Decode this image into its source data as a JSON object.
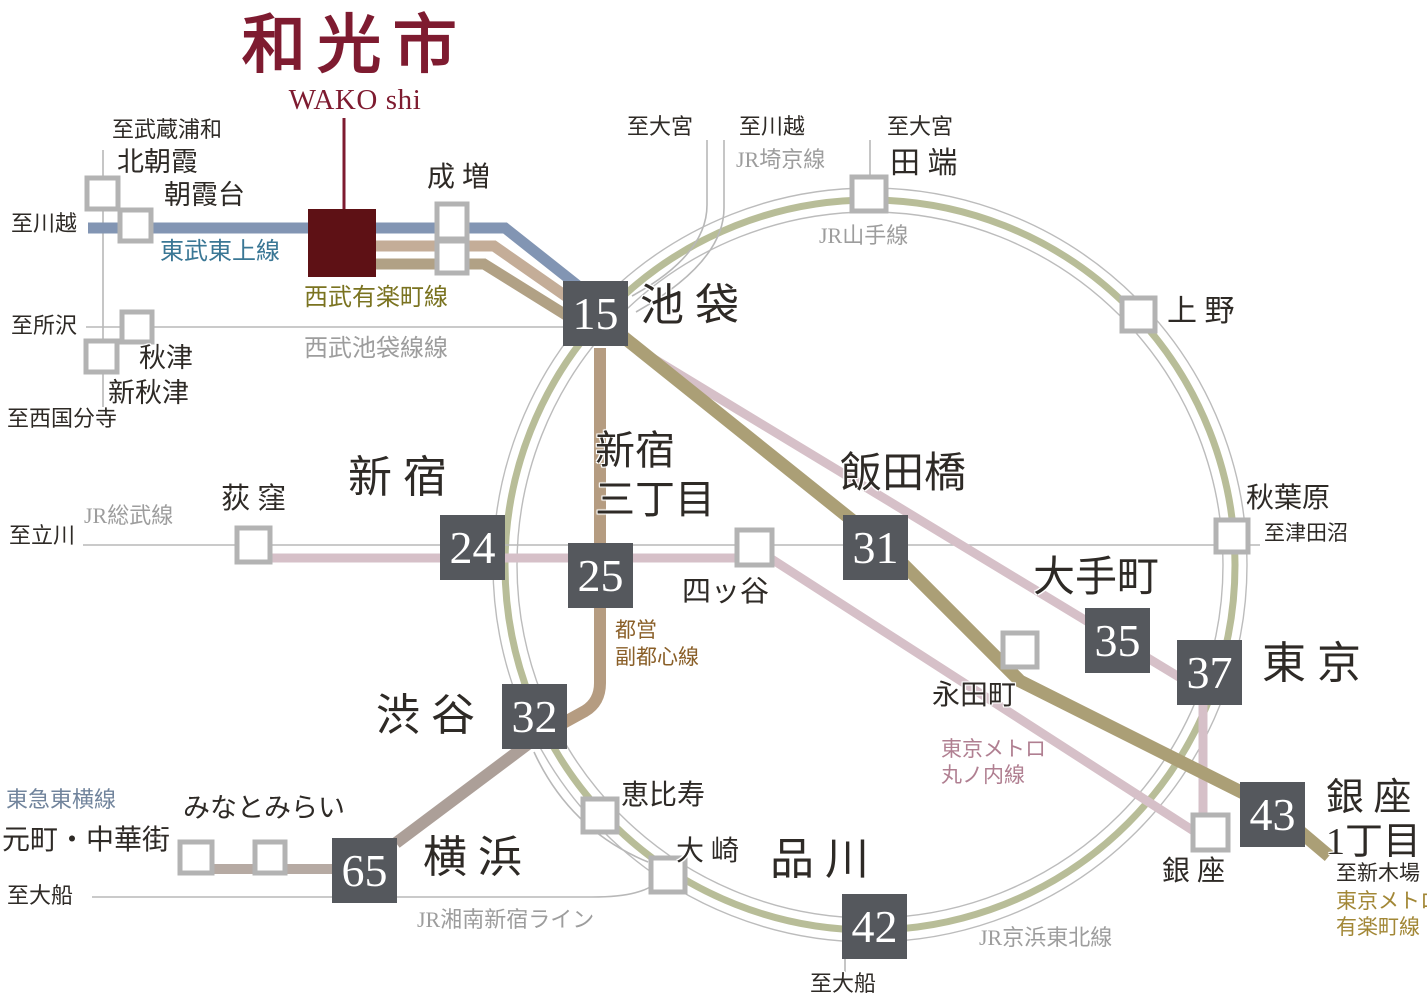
{
  "title": {
    "main": "和光市",
    "romaji": "WAKO shi"
  },
  "badges": {
    "ikebukuro": {
      "time": "15",
      "station": "池 袋"
    },
    "shinjuku": {
      "time": "24",
      "station": "新 宿"
    },
    "shinjuku_sanchome": {
      "time": "25",
      "line1": "新宿",
      "line2": "三丁目"
    },
    "iidabashi": {
      "time": "31",
      "station": "飯田橋"
    },
    "otemachi": {
      "time": "35",
      "station": "大手町"
    },
    "tokyo": {
      "time": "37",
      "station": "東 京"
    },
    "ginza_itchome": {
      "time": "43",
      "line1": "銀 座",
      "line2": "1丁目"
    },
    "shibuya": {
      "time": "32",
      "station": "渋 谷"
    },
    "shinagawa": {
      "time": "42",
      "station": "品 川"
    },
    "yokohama": {
      "time": "65",
      "station": "横 浜"
    }
  },
  "stations": {
    "kita_asaka": "北朝霞",
    "asakadai": "朝霞台",
    "narimasu": "成 増",
    "tabata": "田 端",
    "ueno": "上 野",
    "akihabara": "秋葉原",
    "ogikubo": "荻 窪",
    "yotsuya": "四ッ谷",
    "nagatacho": "永田町",
    "ginza": "銀 座",
    "ebisu": "恵比寿",
    "osaki": "大 崎",
    "akitsu": "秋津",
    "shin_akitsu": "新秋津",
    "minatomirai": "みなとみらい",
    "motomachi_chukagai": "元町・中華街"
  },
  "lines": {
    "tobu_tojo": "東武東上線",
    "seibu_yurakucho": "西武有楽町線",
    "seibu_ikebukuro": "西武池袋線線",
    "jr_saikyo": "JR埼京線",
    "jr_yamanote": "JR山手線",
    "jr_sobu": "JR総武線",
    "fukutoshin_1": "都営",
    "fukutoshin_2": "副都心線",
    "marunouchi_1": "東京メトロ",
    "marunouchi_2": "丸ノ内線",
    "jr_shonan_shinjuku": "JR湘南新宿ライン",
    "jr_keihin_tohoku": "JR京浜東北線",
    "tokyu_toyoko": "東急東横線",
    "metro_yurakucho_1": "東京メトロ",
    "metro_yurakucho_2": "有楽町線"
  },
  "directions": {
    "to_musashi_urawa": "至武蔵浦和",
    "to_kawagoe_left": "至川越",
    "to_tokorozawa": "至所沢",
    "to_nishi_kokubunji": "至西国分寺",
    "to_tachikawa": "至立川",
    "to_omiya_1": "至大宮",
    "to_kawagoe_top": "至川越",
    "to_omiya_2": "至大宮",
    "to_tsudanuma": "至津田沼",
    "to_ofuna_left": "至大船",
    "to_ofuna_shinagawa": "至大船",
    "to_shinkiba": "至新木場"
  },
  "colors": {
    "title_maroon": "#7e1b30",
    "wako_square": "#5e1115",
    "time_badge": "#55585d",
    "yamanote_green": "#b8bd98",
    "tobu_blue": "#8295b3",
    "fukutoshin_tan": "#b59c81",
    "seibu_olive": "#b1a185",
    "marunouchi_pink": "#d6c0c8",
    "yurakucho_khaki": "#ab9f76",
    "toyoko_mauve": "#ac9f98",
    "thin_gray": "#b8b8b8"
  }
}
